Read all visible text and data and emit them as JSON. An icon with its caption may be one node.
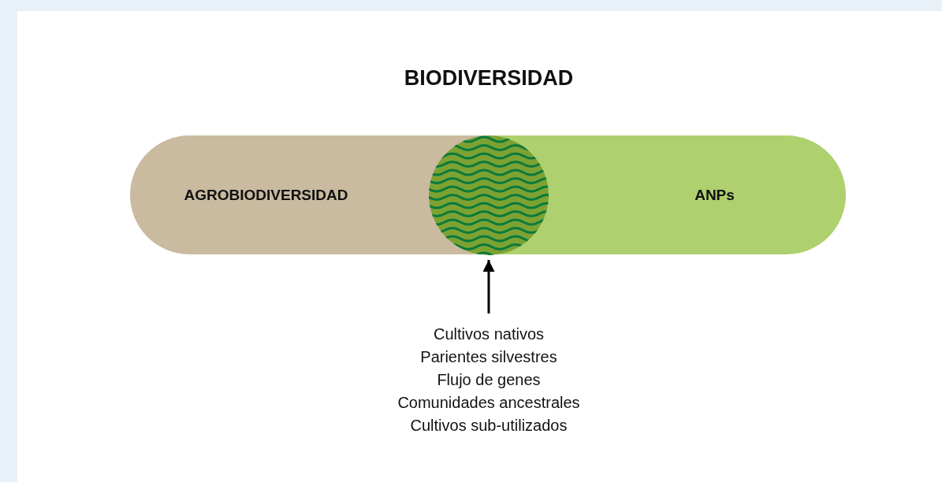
{
  "diagram": {
    "title": "BIODIVERSIDAD",
    "nodes": [
      {
        "text": [
          "AGROBIODIVERSIDAD"
        ]
      },
      {
        "text": [
          "ANPs"
        ]
      },
      {
        "text": [],
        "shape": "circle"
      },
      {
        "text": [
          "Cultivos nativos",
          "Parientes silvestres",
          "Flujo de genes",
          "Comunidades ancestrales",
          "Cultivos sub-utilizados"
        ]
      }
    ],
    "edges": [
      {
        "from": 3,
        "to": 2,
        "arrow": "to"
      }
    ]
  }
}
